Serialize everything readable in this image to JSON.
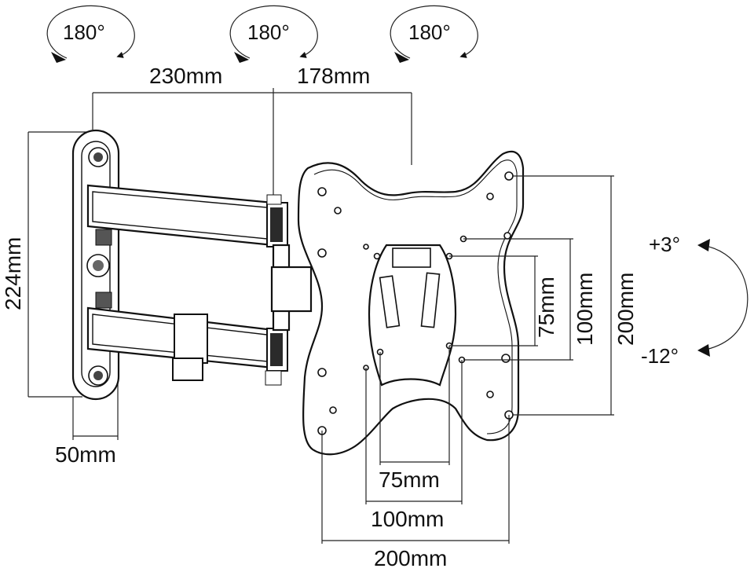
{
  "rotations": {
    "top": [
      "180°",
      "180°",
      "180°"
    ],
    "tilt_up": "+3°",
    "tilt_down": "-12°"
  },
  "dimensions": {
    "arm_reach_first": "230mm",
    "arm_reach_second": "178mm",
    "wall_plate_height": "224mm",
    "wall_plate_width": "50mm",
    "vesa_vertical_75": "75mm",
    "vesa_vertical_100": "100mm",
    "vesa_vertical_200": "200mm",
    "vesa_horizontal_75": "75mm",
    "vesa_horizontal_100": "100mm",
    "vesa_horizontal_200": "200mm"
  },
  "colors": {
    "line": "#111111",
    "background": "#ffffff"
  }
}
